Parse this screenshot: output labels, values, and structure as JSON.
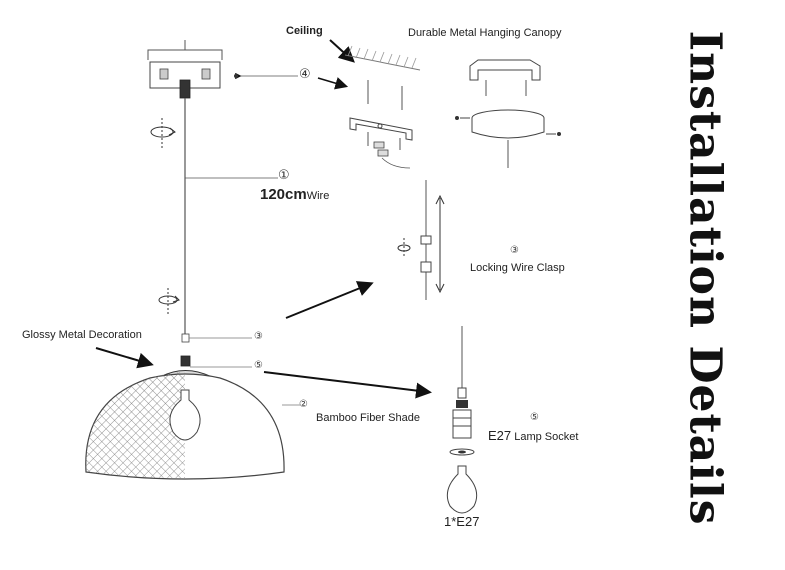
{
  "title": "Installation Details",
  "labels": {
    "ceiling": "Ceiling",
    "canopy": "Durable Metal Hanging Canopy",
    "wire_length": "120cm",
    "wire": "Wire",
    "locking_clasp": "Locking Wire Clasp",
    "decoration": "Glossy Metal Decoration",
    "shade": "Bamboo Fiber Shade",
    "socket_type": "E27",
    "socket": "Lamp Socket",
    "bulb": "1*E27"
  },
  "numbers": {
    "n1": "①",
    "n2": "②",
    "n3": "③",
    "n4": "④",
    "n5": "⑤"
  }
}
